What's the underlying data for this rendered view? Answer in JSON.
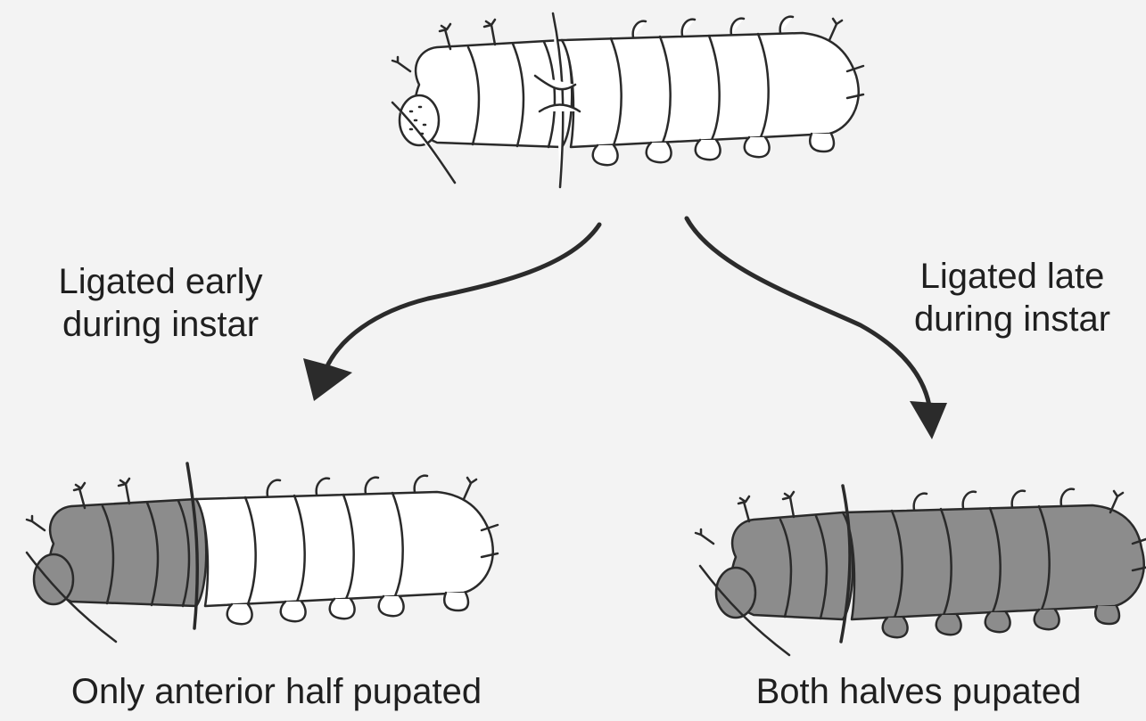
{
  "labels": {
    "early": [
      "Ligated early",
      "during instar"
    ],
    "late": [
      "Ligated late",
      "during instar"
    ]
  },
  "captions": {
    "left": "Only anterior half pupated",
    "right": "Both halves pupated"
  },
  "colors": {
    "background": "#f3f3f3",
    "outline": "#2a2a2a",
    "larva_fill": "#ffffff",
    "pupated_fill": "#8c8c8c",
    "arrow": "#2b2b2b"
  }
}
